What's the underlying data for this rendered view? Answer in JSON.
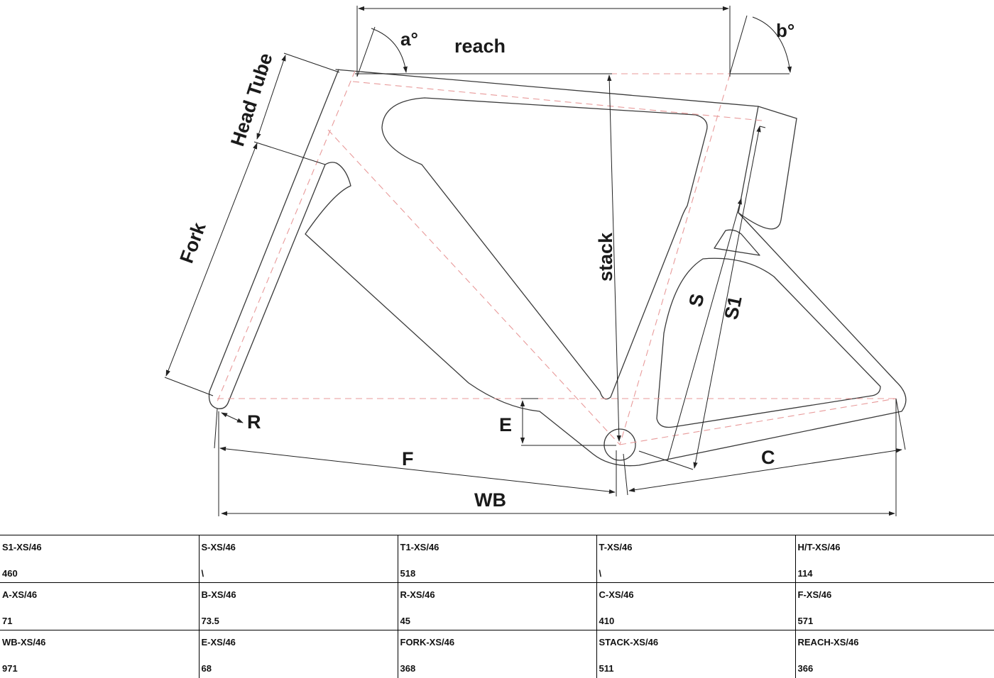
{
  "diagram": {
    "labels": {
      "reach": "reach",
      "angle_a": "a°",
      "angle_b": "b°",
      "head_tube": "Head Tube",
      "fork": "Fork",
      "stack": "stack",
      "s": "S",
      "s1": "S1",
      "r": "R",
      "e": "E",
      "f": "F",
      "c": "C",
      "wb": "WB"
    }
  },
  "geometry_table": {
    "rows": [
      [
        {
          "label": "S1-XS/46",
          "value": "460"
        },
        {
          "label": "S-XS/46",
          "value": "\\"
        },
        {
          "label": "T1-XS/46",
          "value": "518"
        },
        {
          "label": "T-XS/46",
          "value": "\\"
        },
        {
          "label": "H/T-XS/46",
          "value": "114"
        }
      ],
      [
        {
          "label": "A-XS/46",
          "value": "71"
        },
        {
          "label": "B-XS/46",
          "value": "73.5"
        },
        {
          "label": "R-XS/46",
          "value": "45"
        },
        {
          "label": "C-XS/46",
          "value": "410"
        },
        {
          "label": "F-XS/46",
          "value": "571"
        }
      ],
      [
        {
          "label": "WB-XS/46",
          "value": "971"
        },
        {
          "label": "E-XS/46",
          "value": "68"
        },
        {
          "label": "FORK-XS/46",
          "value": "368"
        },
        {
          "label": "STACK-XS/46",
          "value": "511"
        },
        {
          "label": "REACH-XS/46",
          "value": "366"
        }
      ]
    ]
  }
}
